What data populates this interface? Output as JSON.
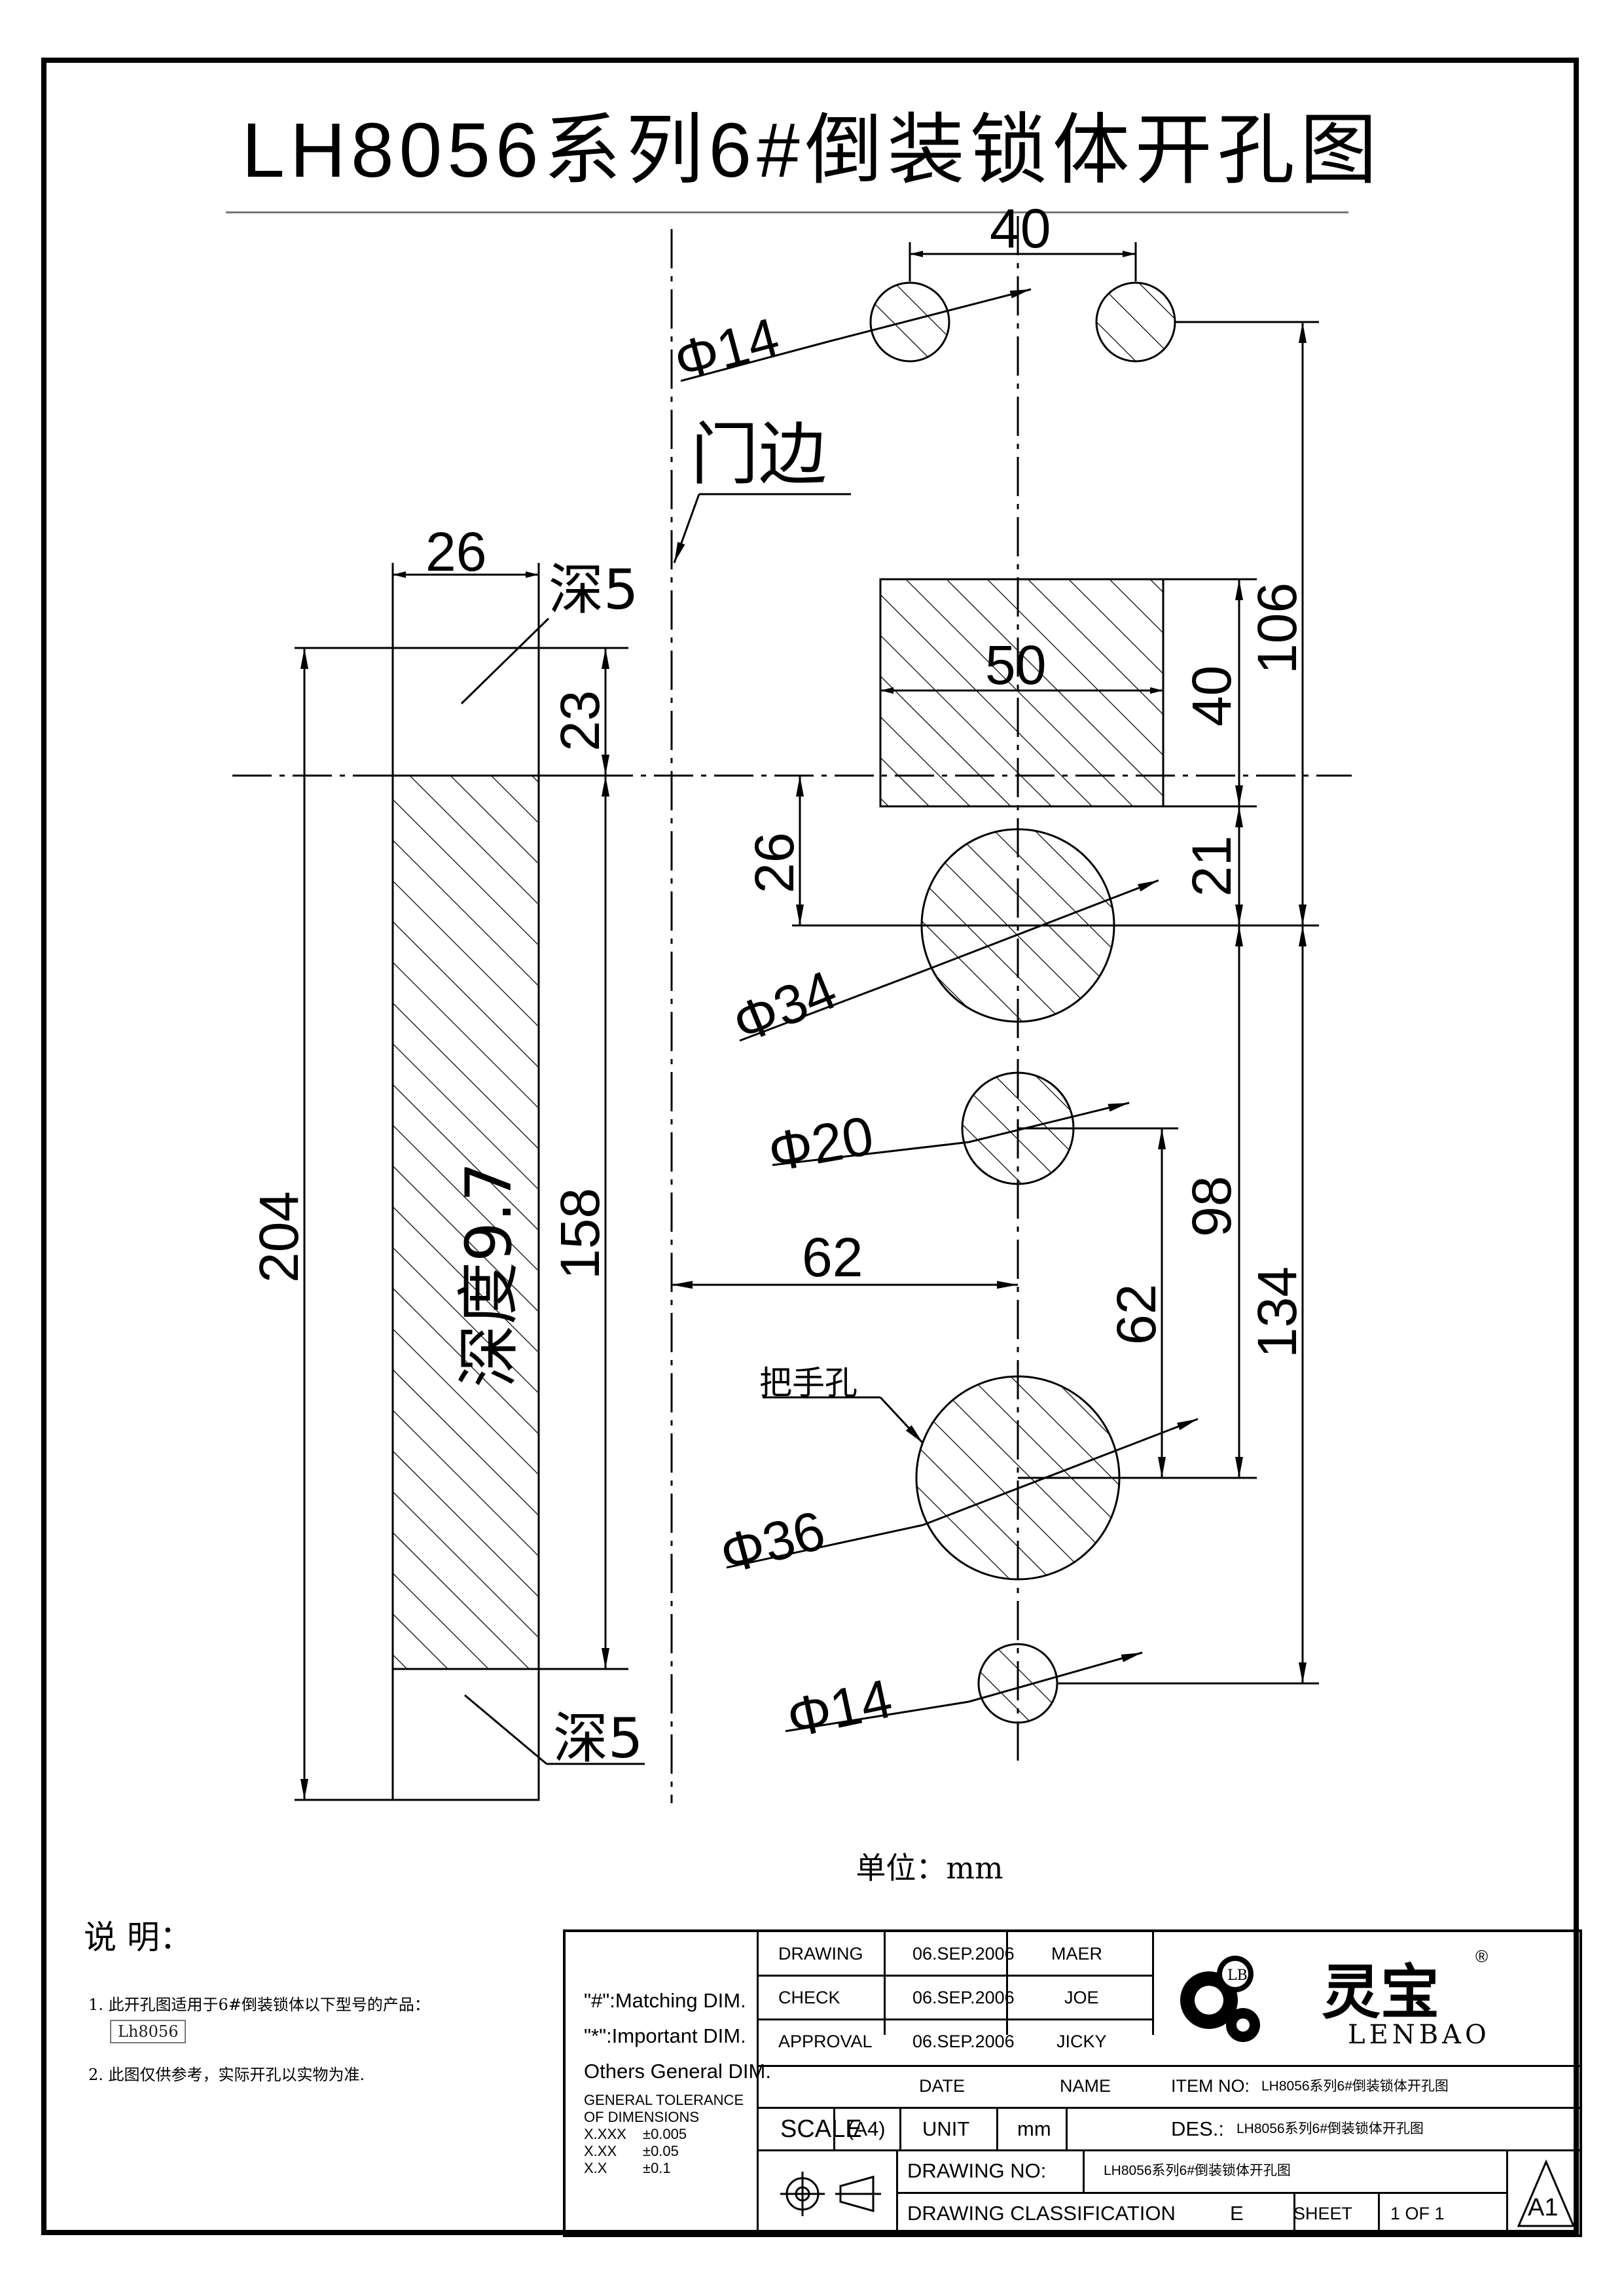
{
  "title": "LH8056系列6#倒装锁体开孔图",
  "drawing": {
    "dims": {
      "top_spacing": "40",
      "dia_top": "Φ14",
      "door_edge": "门边",
      "left_width": "26",
      "depth_top": "深5",
      "depth_bottom": "深5",
      "square_width": "50",
      "square_height": "40",
      "right_106": "106",
      "left_23": "23",
      "left_204": "204",
      "left_158": "158",
      "depth_mid": "深度9.7",
      "dim_26": "26",
      "dim_21": "21",
      "dia_34": "Φ34",
      "dia_20": "Φ20",
      "dim_98": "98",
      "dim_62_h": "62",
      "dim_62_v": "62",
      "dim_134": "134",
      "handle_hole": "把手孔",
      "dia_36": "Φ36",
      "dia_bottom": "Φ14"
    }
  },
  "unit_text": "单位：mm",
  "notes": {
    "heading": "说 明：",
    "line1": "1. 此开孔图适用于6#倒装锁体以下型号的产品：",
    "model": "Lh8056",
    "line2": "2. 此图仅供参考，实际开孔以实物为准."
  },
  "title_block": {
    "matching": "\"#\":Matching  DIM.",
    "important": "\"*\":Important  DIM.",
    "others": "Others General  DIM.",
    "tolerance_h1": "GENERAL TOLERANCE",
    "tolerance_h2": "OF DIMENSIONS",
    "tol1_label": "X.XXX",
    "tol1_val": "±0.005",
    "tol2_label": "X.XX",
    "tol2_val": "±0.05",
    "tol3_label": "X.X",
    "tol3_val": "±0.1",
    "rows": [
      {
        "label": "DRAWING",
        "date": "06.SEP.2006",
        "name": "MAER"
      },
      {
        "label": "CHECK",
        "date": "06.SEP.2006",
        "name": "JOE"
      },
      {
        "label": "APPROVAL",
        "date": "06.SEP.2006",
        "name": "JICKY"
      }
    ],
    "date_header": "DATE",
    "name_header": "NAME",
    "brand_cn": "灵宝",
    "brand_en": "LENBAO",
    "logo_initials": "LB",
    "registered": "®",
    "item_no_label": "ITEM NO:",
    "item_no_value": "LH8056系列6#倒装锁体开孔图",
    "scale_label": "SCALE",
    "scale_value": "(A4)",
    "unit_label": "UNIT",
    "unit_value": "mm",
    "des_label": "DES.:",
    "des_value": "LH8056系列6#倒装锁体开孔图",
    "drawing_no_label": "DRAWING  NO:",
    "drawing_no_value": "LH8056系列6#倒装锁体开孔图",
    "classification_label": "DRAWING  CLASSIFICATION",
    "classification_value": "E",
    "sheet_label": "SHEET",
    "sheet_value": "1  OF  1",
    "size_mark": "A1"
  }
}
